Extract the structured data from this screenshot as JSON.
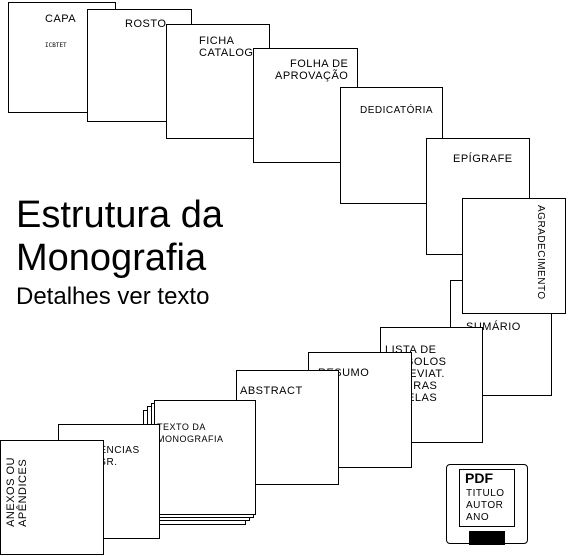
{
  "title": "Estrutura da\nMonografia",
  "subtitle": "Detalhes ver texto",
  "pages": {
    "capa": "CAPA",
    "capa_mark": "ICBTET",
    "rosto": "ROSTO",
    "ficha": "FICHA\nCATALOGR",
    "folha": "FOLHA DE\nAPROVAÇÃO",
    "dedicatoria": "DEDICATÓRIA",
    "epigrafe": "EPÍGRAFE",
    "agradecimento": "AGRADECIMENTO",
    "sumario": "SUMÁRIO",
    "lista": "LISTA DE\nSÍMBOLOS\nABREVIAT.\nFIGURAS\nTABELAS",
    "resumo": "RESUMO",
    "abstract": "ABSTRACT",
    "texto": "TEXTO DA\nMONOGRAFIA",
    "referencias": "REFERÊNCIAS\nBIBLIOGR.",
    "anexos": "ANEXOS OU\nAPÊNDICES"
  },
  "disk": {
    "label": "PDF",
    "lines": "TITULO\nAUTOR\nANO"
  }
}
